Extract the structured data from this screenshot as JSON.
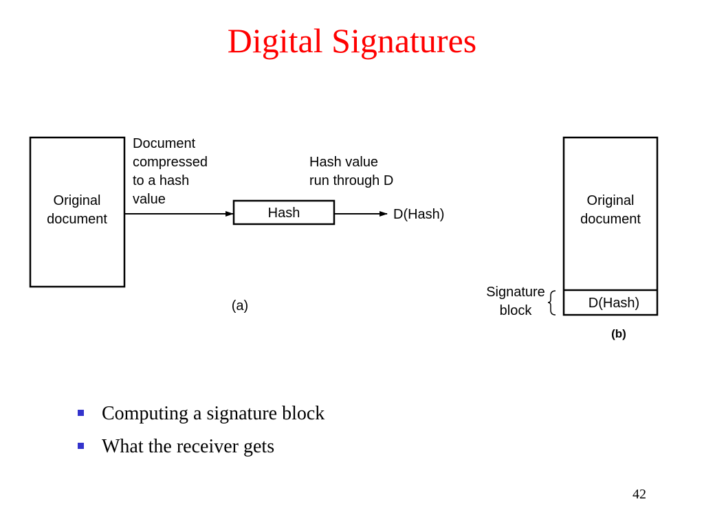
{
  "slide": {
    "title": "Digital Signatures",
    "page_number": "42"
  },
  "diagram_a": {
    "original_document": [
      "Original",
      "document"
    ],
    "step1_note": [
      "Document",
      "compressed",
      "to a hash",
      "value"
    ],
    "hash_box": "Hash",
    "step2_note": [
      "Hash value",
      "run through D"
    ],
    "result": "D(Hash)",
    "caption": "(a)"
  },
  "diagram_b": {
    "original_document": [
      "Original",
      "document"
    ],
    "signature_label": [
      "Signature",
      "block"
    ],
    "signature_content": "D(Hash)",
    "caption": "(b)"
  },
  "bullets": [
    "Computing a signature block",
    "What the receiver gets"
  ],
  "colors": {
    "title": "#ff0000",
    "bullet_marker": "#3333cc"
  }
}
